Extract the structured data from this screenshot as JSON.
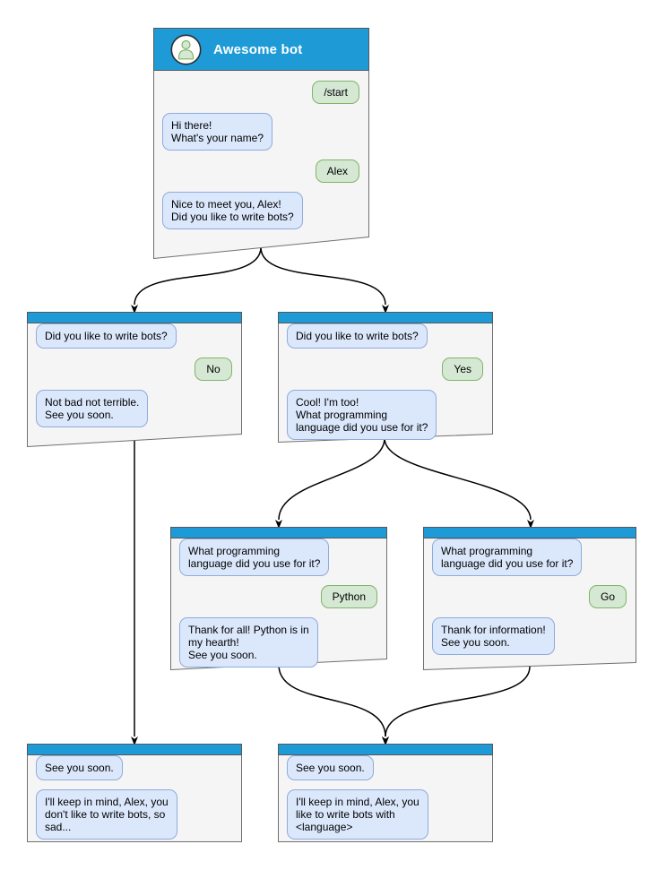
{
  "colors": {
    "header_blue": "#1E9BD7",
    "window_fill": "#F5F5F5",
    "window_border": "#707070",
    "bot_fill": "#DBE8FC",
    "bot_border": "#8FAADC",
    "user_fill": "#D5E8D4",
    "user_border": "#82B366",
    "connector": "#000000",
    "title_text": "#FFFFFF"
  },
  "icons": {
    "avatar": "person-icon"
  },
  "windows": [
    {
      "id": "main",
      "title": "Awesome bot",
      "messages": [
        {
          "from": "user",
          "text": "/start"
        },
        {
          "from": "bot",
          "text": "Hi there!\nWhat's your name?"
        },
        {
          "from": "user",
          "text": "Alex"
        },
        {
          "from": "bot",
          "text": "Nice to meet you, Alex!\nDid you like to write bots?"
        }
      ]
    },
    {
      "id": "branch-no",
      "messages": [
        {
          "from": "bot",
          "text": "Did you like to write bots?"
        },
        {
          "from": "user",
          "text": "No"
        },
        {
          "from": "bot",
          "text": "Not bad not terrible.\nSee you soon."
        }
      ]
    },
    {
      "id": "branch-yes",
      "messages": [
        {
          "from": "bot",
          "text": "Did you like to write bots?"
        },
        {
          "from": "user",
          "text": "Yes"
        },
        {
          "from": "bot",
          "text": "Cool! I'm too!\nWhat programming\nlanguage did you use for it?"
        }
      ]
    },
    {
      "id": "branch-python",
      "messages": [
        {
          "from": "bot",
          "text": "What programming\nlanguage did you use for it?"
        },
        {
          "from": "user",
          "text": "Python"
        },
        {
          "from": "bot",
          "text": "Thank for all! Python is in\nmy hearth!\nSee you soon."
        }
      ]
    },
    {
      "id": "branch-go",
      "messages": [
        {
          "from": "bot",
          "text": "What programming\nlanguage did you use for it?"
        },
        {
          "from": "user",
          "text": "Go"
        },
        {
          "from": "bot",
          "text": "Thank for information!\nSee you soon."
        }
      ]
    },
    {
      "id": "end-no",
      "messages": [
        {
          "from": "bot",
          "text": "See you soon."
        },
        {
          "from": "bot",
          "text": "I'll keep in mind, Alex, you\ndon't like to write bots, so\nsad..."
        }
      ]
    },
    {
      "id": "end-yes",
      "messages": [
        {
          "from": "bot",
          "text": "See you soon."
        },
        {
          "from": "bot",
          "text": "I'll keep in mind, Alex, you\nlike to write bots with\n<language>"
        }
      ]
    }
  ]
}
